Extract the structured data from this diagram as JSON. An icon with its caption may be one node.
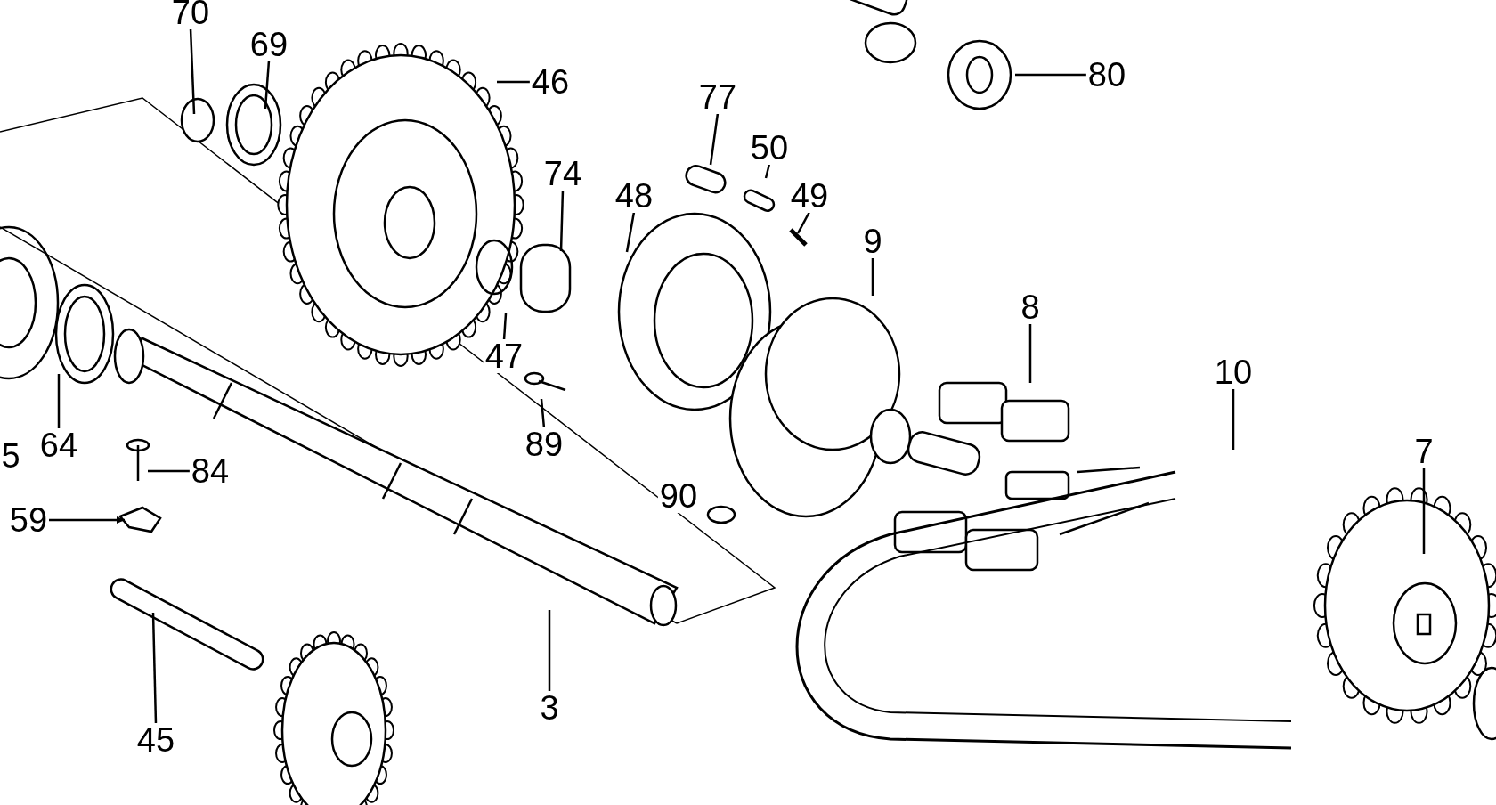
{
  "diagram": {
    "nodes": [
      {
        "text": [
          "70"
        ]
      },
      {
        "text": [
          "69"
        ]
      },
      {
        "text": [
          "46"
        ]
      },
      {
        "text": [
          "80"
        ]
      },
      {
        "text": [
          "77"
        ]
      },
      {
        "text": [
          "50"
        ]
      },
      {
        "text": [
          "74"
        ]
      },
      {
        "text": [
          "48"
        ]
      },
      {
        "text": [
          "49"
        ]
      },
      {
        "text": [
          "9"
        ]
      },
      {
        "text": [
          "8"
        ]
      },
      {
        "text": [
          "47"
        ]
      },
      {
        "text": [
          "10"
        ]
      },
      {
        "text": [
          "64"
        ]
      },
      {
        "text": [
          "89"
        ]
      },
      {
        "text": [
          "84"
        ]
      },
      {
        "text": [
          "7"
        ]
      },
      {
        "text": [
          "59"
        ]
      },
      {
        "text": [
          "3"
        ]
      },
      {
        "text": [
          "45"
        ]
      },
      {
        "text": [
          "5"
        ]
      },
      {
        "text": [
          "90"
        ]
      }
    ],
    "edges": [
      {
        "from": 0,
        "to": null,
        "arrow": "none"
      },
      {
        "from": 1,
        "to": null,
        "arrow": "none"
      },
      {
        "from": 2,
        "to": null,
        "arrow": "none"
      },
      {
        "from": 3,
        "to": null,
        "arrow": "none"
      },
      {
        "from": 4,
        "to": null,
        "arrow": "none"
      },
      {
        "from": 5,
        "to": null,
        "arrow": "none"
      },
      {
        "from": 6,
        "to": null,
        "arrow": "none"
      },
      {
        "from": 7,
        "to": null,
        "arrow": "none"
      },
      {
        "from": 8,
        "to": null,
        "arrow": "none"
      },
      {
        "from": 9,
        "to": null,
        "arrow": "none"
      },
      {
        "from": 10,
        "to": null,
        "arrow": "none"
      },
      {
        "from": 11,
        "to": null,
        "arrow": "none"
      },
      {
        "from": 12,
        "to": null,
        "arrow": "none"
      },
      {
        "from": 13,
        "to": null,
        "arrow": "none"
      },
      {
        "from": 14,
        "to": null,
        "arrow": "none"
      },
      {
        "from": 15,
        "to": null,
        "arrow": "none"
      },
      {
        "from": 16,
        "to": null,
        "arrow": "none"
      },
      {
        "from": 17,
        "to": null,
        "arrow": "to"
      },
      {
        "from": 18,
        "to": null,
        "arrow": "none"
      },
      {
        "from": 19,
        "to": null,
        "arrow": "none"
      }
    ],
    "labels": []
  }
}
